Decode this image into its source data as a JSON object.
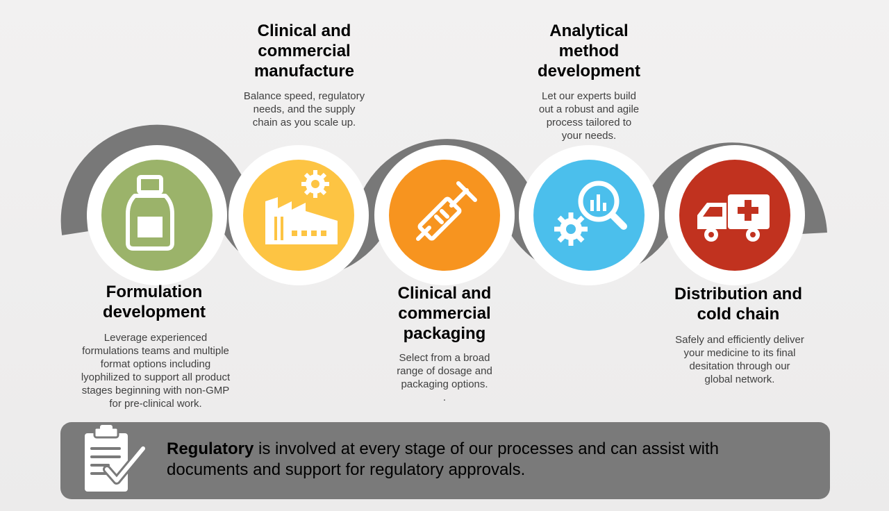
{
  "stages": [
    {
      "title_lines": [
        "Formulation",
        "development"
      ],
      "desc_lines": [
        "Leverage experienced",
        "formulations teams and multiple",
        "format options including",
        "lyophilized  to support all product",
        "stages beginning with non-GMP",
        "for pre-clinical work."
      ],
      "icon": "bottle-icon",
      "color": "#9bb36a"
    },
    {
      "title_lines": [
        "Clinical and",
        "commercial",
        "manufacture"
      ],
      "desc_lines": [
        "Balance speed, regulatory",
        "needs, and the supply",
        "chain as you scale up."
      ],
      "icon": "factory-gear-icon",
      "color": "#fdc443"
    },
    {
      "title_lines": [
        "Clinical and",
        "commercial",
        "packaging"
      ],
      "desc_lines": [
        "Select from a broad",
        "range of dosage and",
        "packaging options.",
        "."
      ],
      "icon": "syringe-icon",
      "color": "#f7941f"
    },
    {
      "title_lines": [
        "Analytical",
        "method",
        "development"
      ],
      "desc_lines": [
        "Let our experts build",
        "out a robust and agile",
        "process tailored to",
        "your needs."
      ],
      "icon": "magnifier-chart-gear-icon",
      "color": "#4bbfec"
    },
    {
      "title_lines": [
        "Distribution and",
        "cold chain"
      ],
      "desc_lines": [
        "Safely and efficiently deliver",
        "your medicine to its final",
        "desitation through our",
        "global network."
      ],
      "icon": "ambulance-truck-icon",
      "color": "#c1321f"
    }
  ],
  "banner": {
    "bold": "Regulatory",
    "rest": " is involved at every stage of our processes and can assist with",
    "line2": "documents and support for regulatory approvals.",
    "icon": "clipboard-check-icon",
    "color": "#7a7a7a"
  },
  "wave_color": "#787878"
}
